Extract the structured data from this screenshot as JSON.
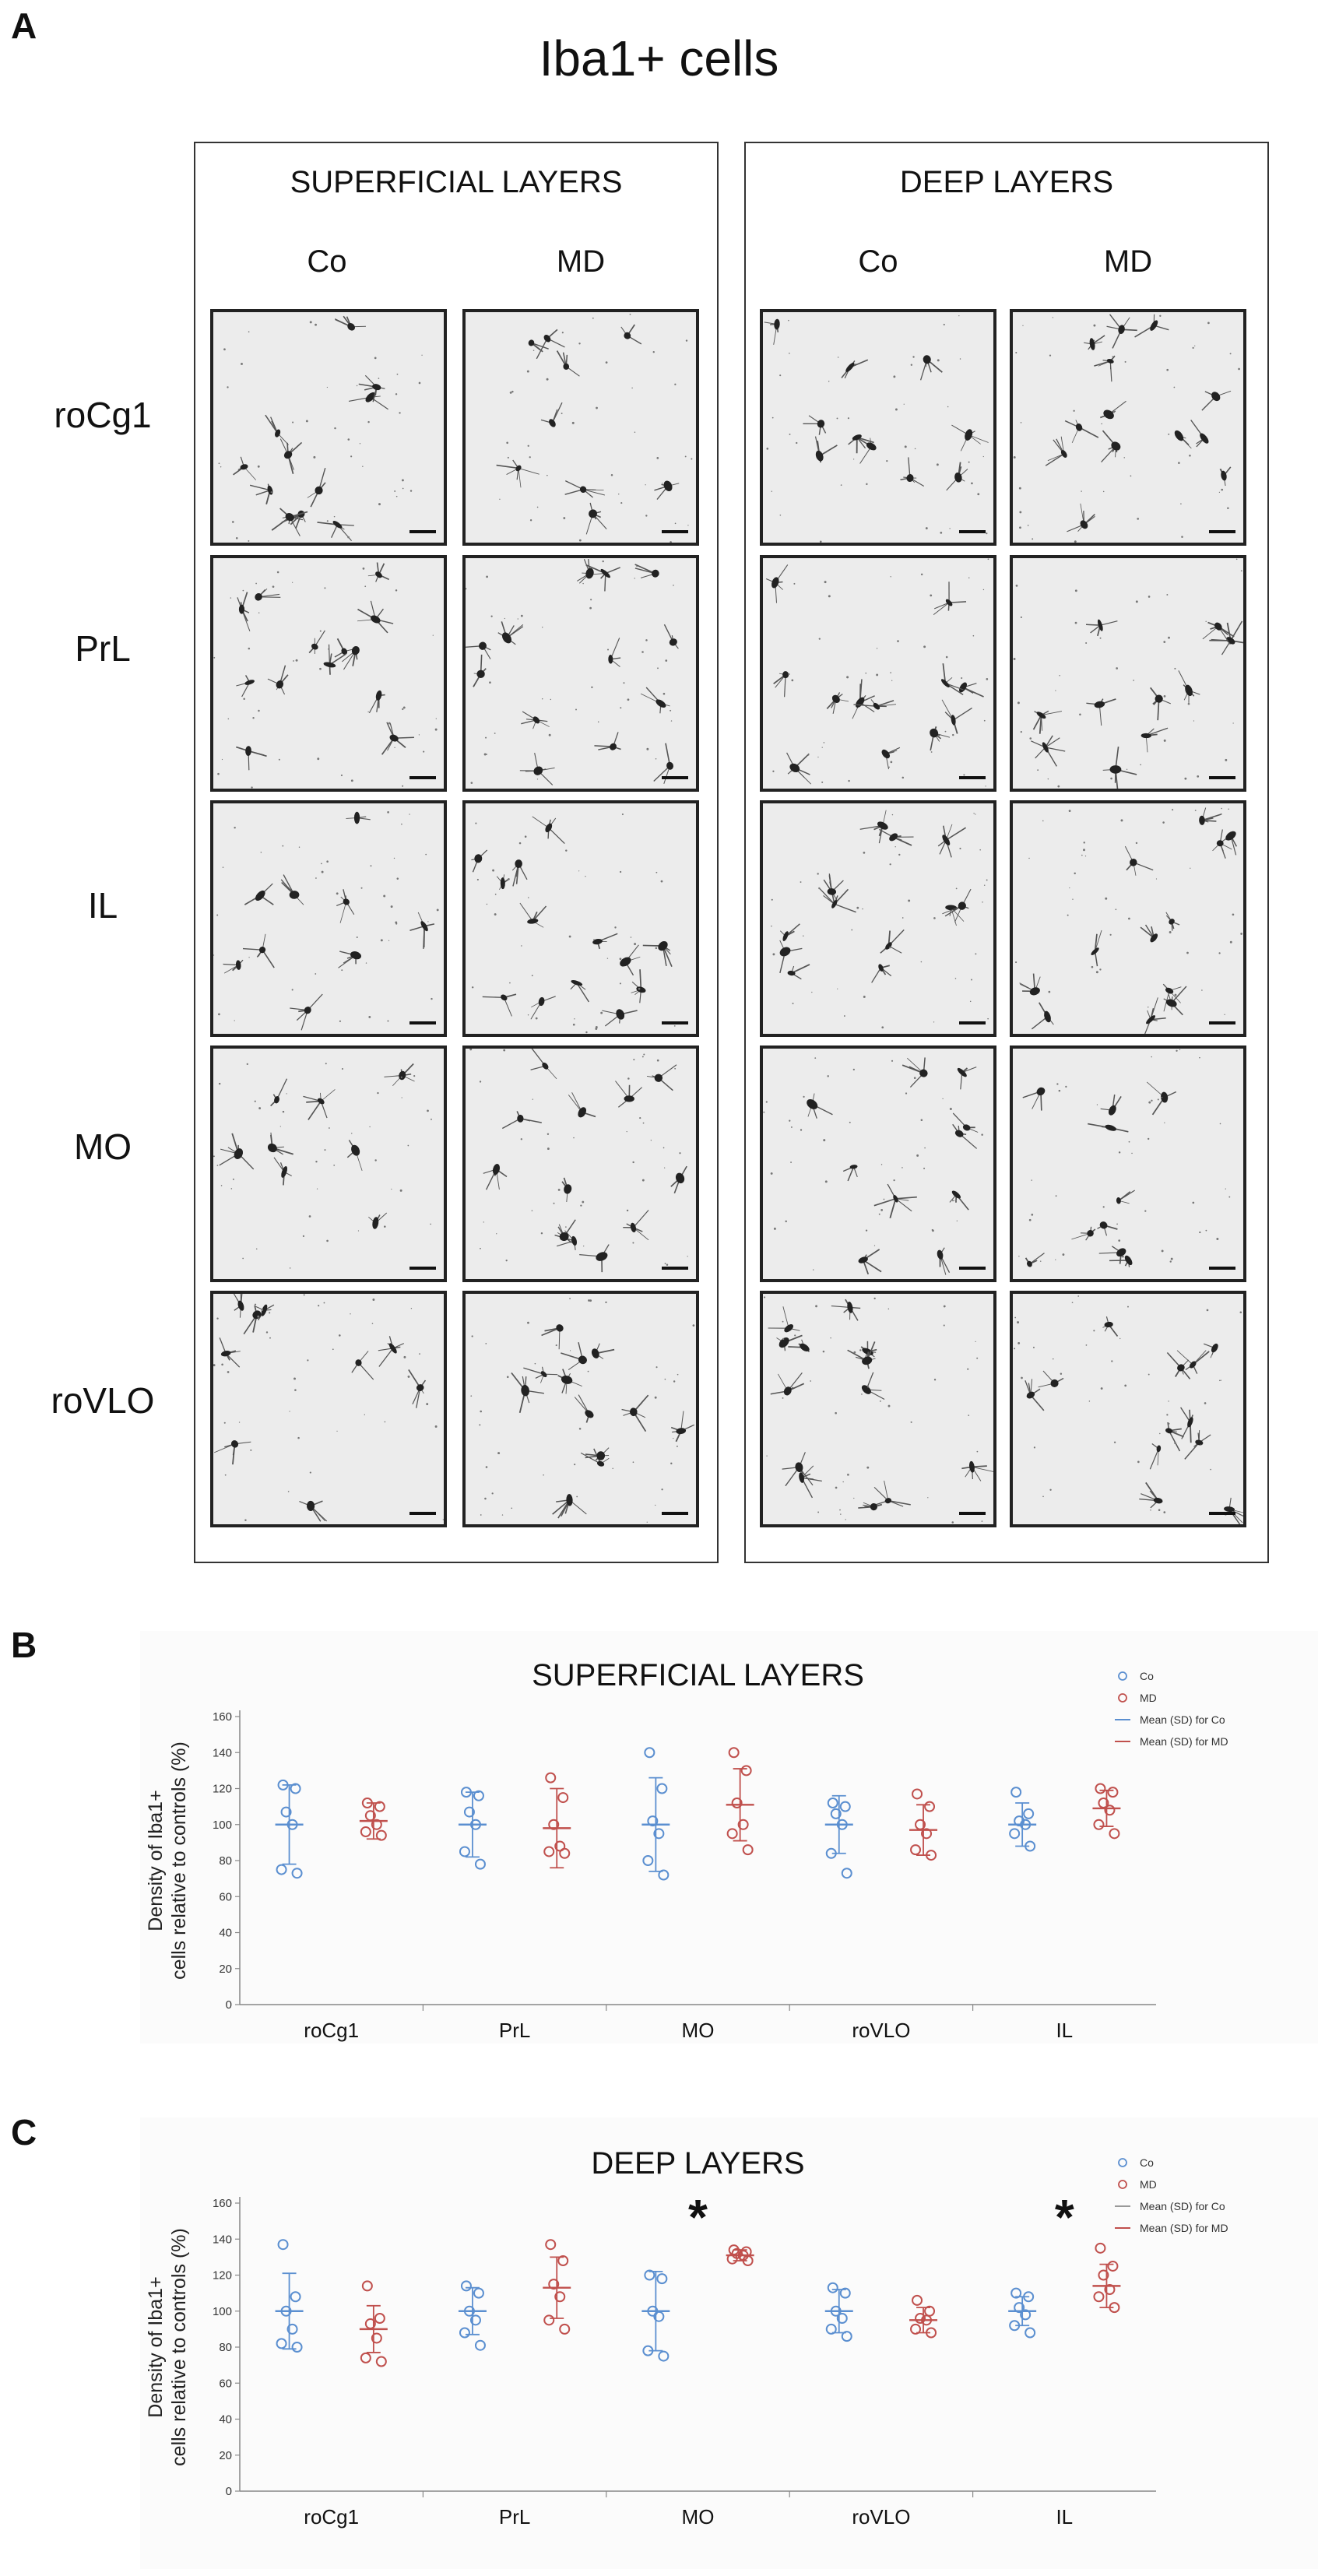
{
  "figure": {
    "panel_a": "A",
    "panel_b": "B",
    "panel_c": "C",
    "title": "Iba1+ cells",
    "superficial_header": "SUPERFICIAL LAYERS",
    "deep_header": "DEEP LAYERS",
    "columns": [
      "Co",
      "MD",
      "Co",
      "MD"
    ],
    "rows": [
      "roCg1",
      "PrL",
      "IL",
      "MO",
      "roVLO"
    ]
  },
  "colors": {
    "co": "#5b8fd0",
    "md": "#c0504d",
    "tile_bg": "#ececec"
  },
  "chart_data": [
    {
      "type": "scatter",
      "title": "SUPERFICIAL LAYERS",
      "ylabel": "Density of Iba1+\ncells relative to controls (%)",
      "ylim": [
        0,
        160
      ],
      "yticks": [
        0,
        20,
        40,
        60,
        80,
        100,
        120,
        140,
        160
      ],
      "categories": [
        "roCg1",
        "PrL",
        "MO",
        "roVLO",
        "IL"
      ],
      "legend": [
        "Co",
        "MD",
        "Mean (SD) for Co",
        "Mean (SD) for MD"
      ],
      "legend_position": "top-right",
      "series": [
        {
          "name": "Co",
          "points": [
            [
              122,
              120,
              107,
              100,
              75,
              73
            ],
            [
              118,
              116,
              107,
              100,
              85,
              78
            ],
            [
              140,
              120,
              102,
              95,
              80,
              72
            ],
            [
              112,
              110,
              106,
              100,
              84,
              73
            ],
            [
              118,
              106,
              102,
              100,
              95,
              88
            ]
          ],
          "mean": [
            100,
            100,
            100,
            100,
            100
          ],
          "sd": [
            22,
            18,
            26,
            16,
            12
          ]
        },
        {
          "name": "MD",
          "points": [
            [
              112,
              110,
              105,
              100,
              96,
              94
            ],
            [
              126,
              115,
              100,
              88,
              85,
              84
            ],
            [
              140,
              130,
              112,
              100,
              95,
              86
            ],
            [
              117,
              110,
              100,
              95,
              86,
              83
            ],
            [
              120,
              118,
              112,
              108,
              100,
              95
            ]
          ],
          "mean": [
            102,
            98,
            111,
            97,
            109
          ],
          "sd": [
            10,
            22,
            20,
            14,
            10
          ]
        }
      ],
      "significant": []
    },
    {
      "type": "scatter",
      "title": "DEEP LAYERS",
      "ylabel": "Density of Iba1+\ncells relative to controls (%)",
      "ylim": [
        0,
        160
      ],
      "yticks": [
        0,
        20,
        40,
        60,
        80,
        100,
        120,
        140,
        160
      ],
      "categories": [
        "roCg1",
        "PrL",
        "MO",
        "roVLO",
        "IL"
      ],
      "legend": [
        "Co",
        "MD",
        "Mean (SD) for Co",
        "Mean (SD) for MD"
      ],
      "legend_position": "top-right",
      "series": [
        {
          "name": "Co",
          "points": [
            [
              137,
              108,
              100,
              90,
              82,
              80
            ],
            [
              114,
              110,
              100,
              95,
              88,
              81
            ],
            [
              120,
              118,
              100,
              97,
              78,
              75
            ],
            [
              113,
              110,
              100,
              96,
              90,
              86
            ],
            [
              110,
              108,
              102,
              98,
              92,
              88
            ]
          ],
          "mean": [
            100,
            100,
            100,
            100,
            100
          ],
          "sd": [
            21,
            13,
            22,
            12,
            8
          ]
        },
        {
          "name": "MD",
          "points": [
            [
              114,
              96,
              93,
              85,
              74,
              72
            ],
            [
              137,
              128,
              115,
              108,
              95,
              90
            ],
            [
              134,
              133,
              132,
              131,
              129,
              128
            ],
            [
              106,
              100,
              96,
              95,
              90,
              88
            ],
            [
              135,
              125,
              120,
              112,
              108,
              102
            ]
          ],
          "mean": [
            90,
            113,
            131,
            95,
            114
          ],
          "sd": [
            13,
            17,
            3,
            7,
            12
          ]
        }
      ],
      "significant": [
        "MO",
        "IL"
      ],
      "significance_marker": "*"
    }
  ]
}
